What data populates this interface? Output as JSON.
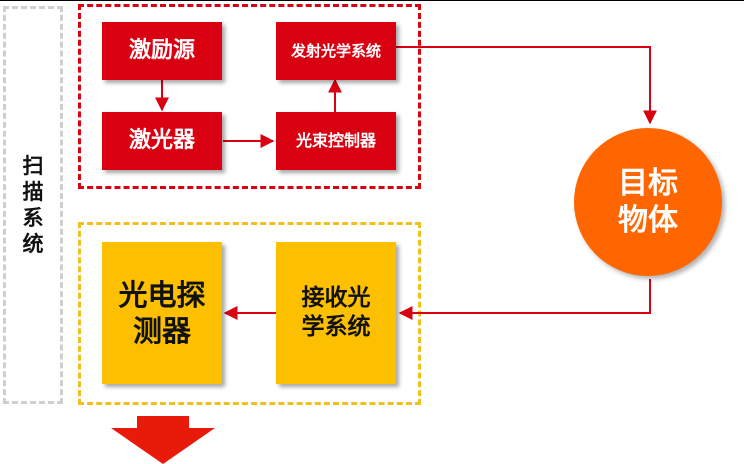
{
  "scan_system": {
    "label": "扫描系统"
  },
  "transmitter": {
    "excitation_source": "激励源",
    "laser": "激光器",
    "beam_controller": "光束控制器",
    "emit_optics": "发射光学系统"
  },
  "receiver": {
    "photodetector_line1": "光电探",
    "photodetector_line2": "测器",
    "receive_optics_line1": "接收光",
    "receive_optics_line2": "学系统"
  },
  "target": {
    "line1": "目标",
    "line2": "物体"
  },
  "colors": {
    "red": "#d90012",
    "yellow": "#fcc000",
    "orange": "#ff6600",
    "scan_frame": "#cfcfcf"
  }
}
